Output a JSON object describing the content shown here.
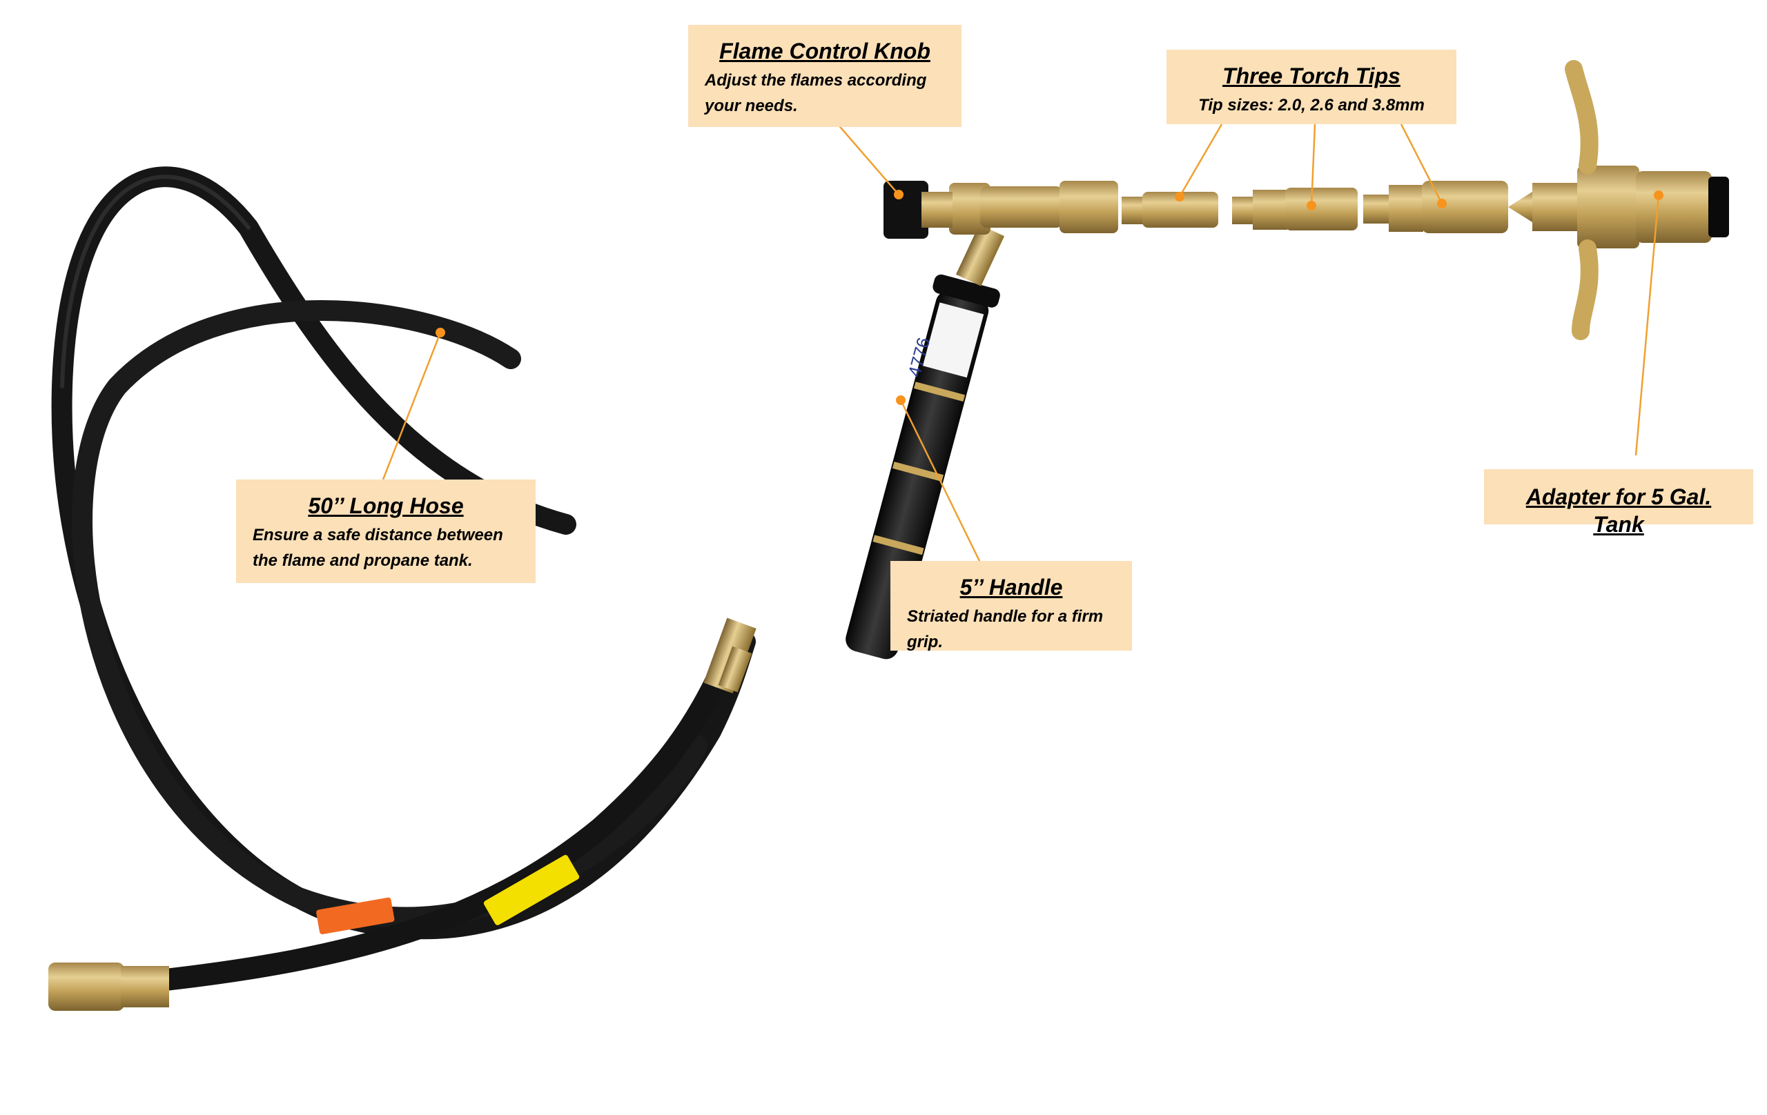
{
  "callouts": {
    "knob": {
      "title": "Flame Control Knob",
      "desc": "Adjust the flames according your needs."
    },
    "tips": {
      "title": "Three Torch Tips",
      "desc": "Tip sizes: 2.0, 2.6 and 3.8mm"
    },
    "adapter": {
      "title": "Adapter for 5 Gal. Tank",
      "desc": ""
    },
    "hose": {
      "title": "50’’ Long Hose",
      "desc": "Ensure a safe distance between the flame and propane tank."
    },
    "handle": {
      "title": "5’’ Handle",
      "desc": "Striated handle for a firm grip."
    }
  },
  "handle_label": {
    "text": "4776"
  },
  "colors": {
    "callout_bg": "#fbe0b8",
    "leader": "#f0a030",
    "dot": "#f7941d",
    "brass": "#c9a85c",
    "brass_dark": "#8a6e2f",
    "hose": "#1c1c1c",
    "tag_yellow": "#f4e000",
    "tag_orange": "#f26a21"
  }
}
